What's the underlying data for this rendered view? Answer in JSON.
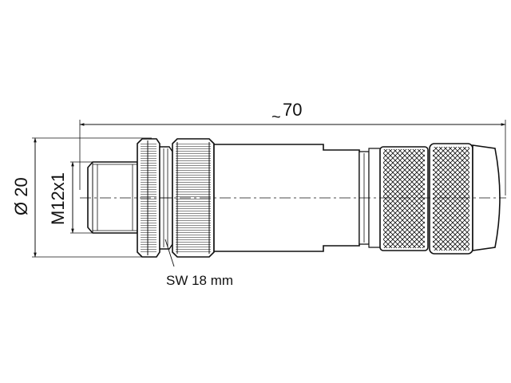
{
  "dimensions": {
    "overall_length": "70",
    "approx_symbol": "~",
    "outer_diameter": "Ø 20",
    "thread": "M12x1",
    "wrench_size": "SW 18 mm"
  },
  "colors": {
    "ink": "#111111",
    "background": "#ffffff"
  }
}
